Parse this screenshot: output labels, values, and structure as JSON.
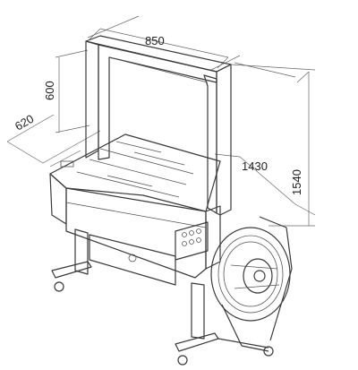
{
  "dimensions": {
    "width_arch": "850",
    "arch_height": "600",
    "depth": "620",
    "length": "1430",
    "height": "1540"
  },
  "colors": {
    "line": "#3a3a3a",
    "body_fill": "#d9d9d9",
    "body_dark": "#bdbdbd",
    "top_fill": "#ececec",
    "reel_fill": "#f2f2f2"
  }
}
